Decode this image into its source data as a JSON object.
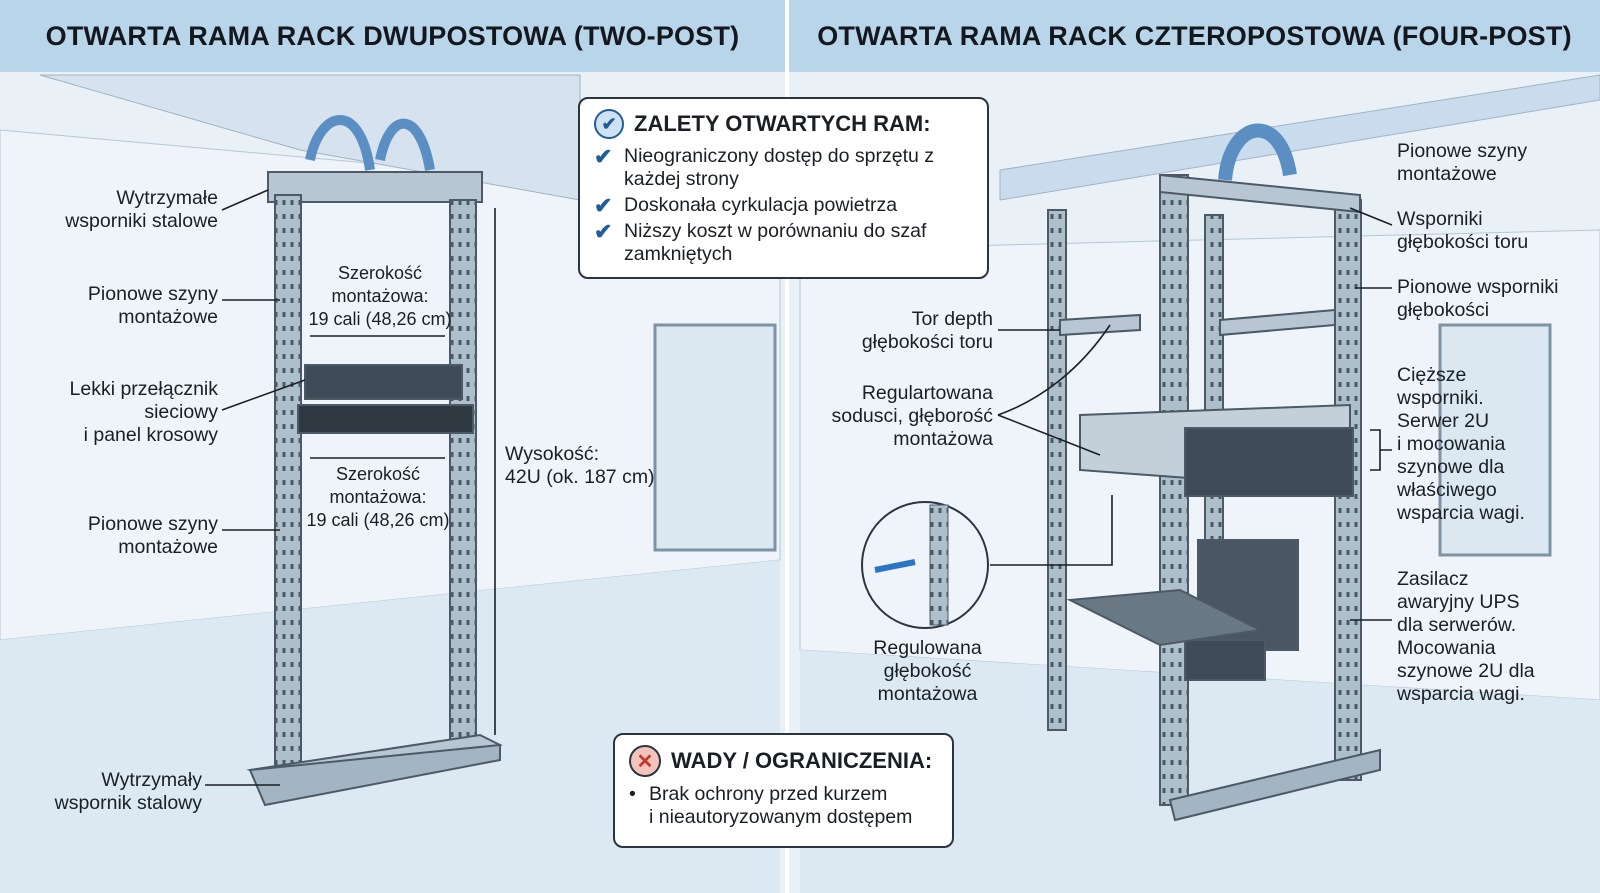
{
  "headers": {
    "left": "OTWARTA RAMA RACK DWUPOSTOWA (TWO-POST)",
    "right": "OTWARTA RAMA RACK CZTEROPOSTOWA (FOUR-POST)"
  },
  "left_labels": {
    "steel_supports": "Wytrzymałe\nwsporniki stalowe",
    "rails_top": "Pionowe szyny\nmontażowe",
    "switch_panel": "Lekki przełącznik\nsieciowy\ni panel krosowy",
    "rails_bottom": "Pionowe szyny\nmontażowe",
    "steel_base": "Wytrzymały\nwspornik stalowy",
    "width_top": "Szerokość\nmontażowa:\n19 cali (48,26 cm)",
    "width_bottom": "Szerokość\nmontażowa:\n19 cali (48,26 cm)",
    "height": "Wysokość:\n42U (ok. 187 cm)"
  },
  "right_labels": {
    "tor_depth": "Tor depth\ngłębokości toru",
    "regulated": "Regulartowana\nsodusci, głęborość\nmontażowa",
    "adjustable_depth": "Regulowana\ngłębokość\nmontażowa",
    "vertical_rails": "Pionowe szyny\nmontażowe",
    "depth_brackets": "Wsporniki\ngłębokości toru",
    "vertical_depth": "Pionowe wsporniki\ngłębokości",
    "heavier": "Cięższe\nwsporniki.\nSerwer 2U\ni mocowania\nszynowe dla\nwłaściwego\nwsparcia wagi.",
    "ups": "Zasilacz\nawaryjny UPS\ndla serwerów.\nMocowania\nszynowe 2U dla\nwsparcia wagi."
  },
  "advantages": {
    "title": "ZALETY OTWARTYCH RAM:",
    "items": [
      "Nieograniczony dostęp do sprzętu z\nkażdej strony",
      "Doskonała cyrkulacja powietrza",
      "Niższy koszt w porównaniu do szaf\nzamkniętych"
    ]
  },
  "disadvantages": {
    "title": "WADY / OGRANICZENIA:",
    "items": [
      "Brak ochrony przed kurzem\ni nieautoryzowanym dostępem"
    ]
  },
  "colors": {
    "header": "#b9d5ea",
    "accent": "#1e5f9a",
    "danger": "#c0392b"
  }
}
